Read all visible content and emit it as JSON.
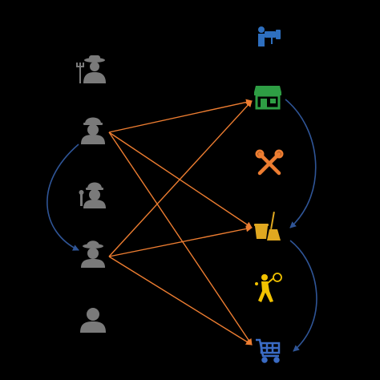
{
  "workers": [
    {
      "id": "farmer",
      "icon": "farmer-icon"
    },
    {
      "id": "worker-a",
      "icon": "worker-icon"
    },
    {
      "id": "mechanic",
      "icon": "mechanic-icon"
    },
    {
      "id": "worker-b",
      "icon": "worker-icon"
    },
    {
      "id": "person",
      "icon": "person-icon"
    }
  ],
  "services": [
    {
      "id": "tourism",
      "icon": "tourist-camera-icon"
    },
    {
      "id": "shop",
      "icon": "storefront-icon"
    },
    {
      "id": "repair",
      "icon": "tools-icon"
    },
    {
      "id": "cleaning",
      "icon": "cleaning-bucket-broom-icon"
    },
    {
      "id": "sports",
      "icon": "tennis-player-icon"
    },
    {
      "id": "retail",
      "icon": "shopping-cart-icon"
    }
  ],
  "colors": {
    "background": "#000000",
    "worker": "#7a7a7a",
    "flow_orange": "#ed7d31",
    "flow_blue": "#2f5597",
    "tourism": "#2e6fbf",
    "shop": "#2e9e44",
    "repair": "#ed7d31",
    "cleaning": "#e0a820",
    "sports": "#f2c200",
    "retail": "#3a6bc4"
  },
  "orange_links": [
    [
      "worker-a",
      "shop"
    ],
    [
      "worker-a",
      "cleaning"
    ],
    [
      "worker-a",
      "retail"
    ],
    [
      "worker-b",
      "shop"
    ],
    [
      "worker-b",
      "cleaning"
    ],
    [
      "worker-b",
      "retail"
    ]
  ],
  "blue_links": [
    [
      "worker-a",
      "worker-b"
    ],
    [
      "shop",
      "cleaning"
    ],
    [
      "cleaning",
      "retail"
    ]
  ]
}
